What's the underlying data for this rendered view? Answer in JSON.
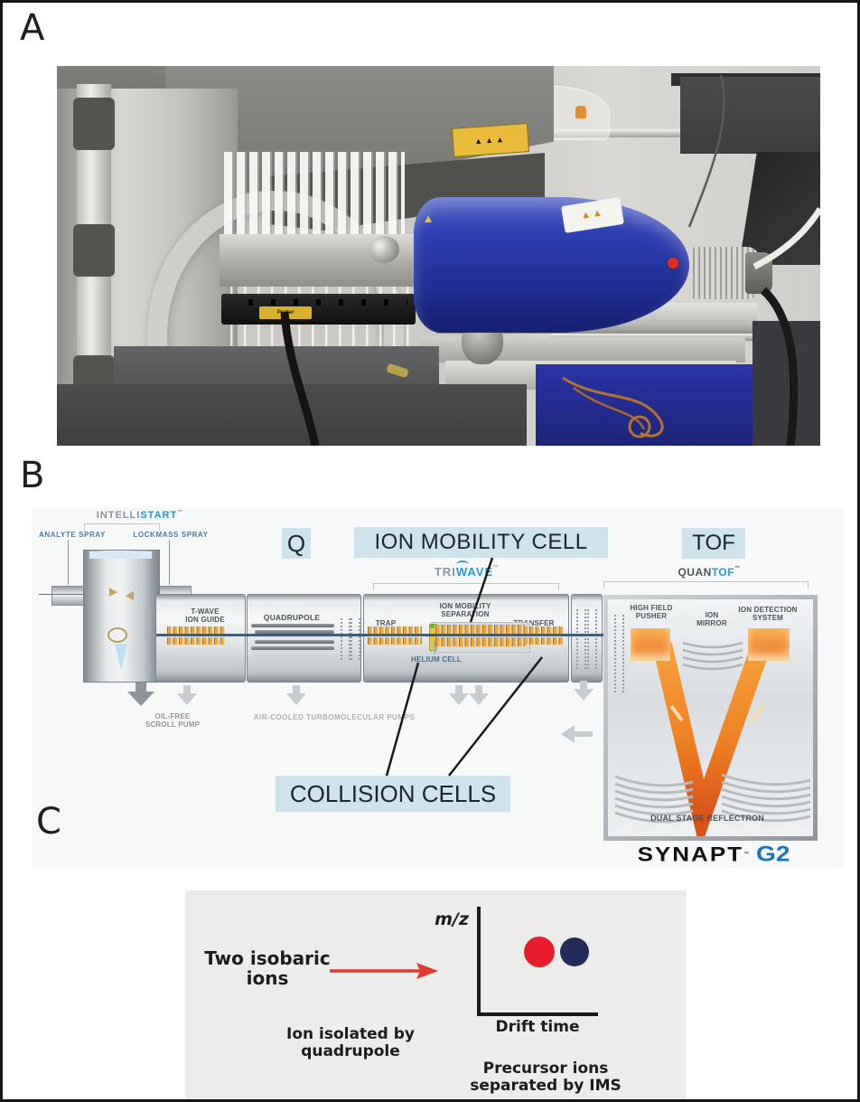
{
  "figure": {
    "panel_a_label": "A",
    "panel_b_label": "B",
    "panel_c_label": "C"
  },
  "photo": {
    "parker_label": "Parker"
  },
  "schematic": {
    "tm": "™",
    "intellistart_gray": "INTELLI",
    "intellistart_blue": "START",
    "analyte_spray": "ANALYTE SPRAY",
    "lockmass_spray": "LOCKMASS SPRAY",
    "q_label": "Q",
    "ion_mobility_cell_label": "ION MOBILITY CELL",
    "tof_label": "TOF",
    "collision_cells_label": "COLLISION CELLS",
    "triwave_gray": "TRI",
    "triwave_blue": "WAVE",
    "quantof_dark": "QUAN",
    "quantof_blue": "TOF",
    "twave_ion_guide": "T-WAVE\nION GUIDE",
    "quadrupole": "QUADRUPOLE",
    "trap": "TRAP",
    "ion_mobility_separation": "ION MOBILITY\nSEPARATION",
    "transfer": "TRANSFER",
    "helium_cell": "HELIUM CELL",
    "high_field_pusher": "HIGH FIELD\nPUSHER",
    "ion_mirror": "ION\nMIRROR",
    "ion_detection_system": "ION DETECTION\nSYSTEM",
    "dual_stage_reflectron": "DUAL STAGE REFLECTRON",
    "oil_free_scroll_pump": "OIL-FREE\nSCROLL PUMP",
    "turbo_pumps": "AIR-COOLED TURBOMOLECULAR PUMPS",
    "synapt": "SYNAPT",
    "g2": "G2"
  },
  "panel_c": {
    "two_isobaric_ions": "Two isobaric\nions",
    "y_axis_label": "m/z",
    "x_axis_label": "Drift time",
    "caption_left": "Ion isolated by\nquadrupole",
    "caption_right": "Precursor ions\nseparated by IMS"
  },
  "colors": {
    "annotation_box_blue": "#cfe3ed",
    "ion_red": "#e81c2a",
    "ion_navy": "#232b58",
    "arrow_red": "#e0392f",
    "synapt_blue": "#1b75bb",
    "wave_blue": "#2d9ad3",
    "ion_guide_orange": "#e8a63f",
    "cylinder_blue": "#2b3db0"
  }
}
